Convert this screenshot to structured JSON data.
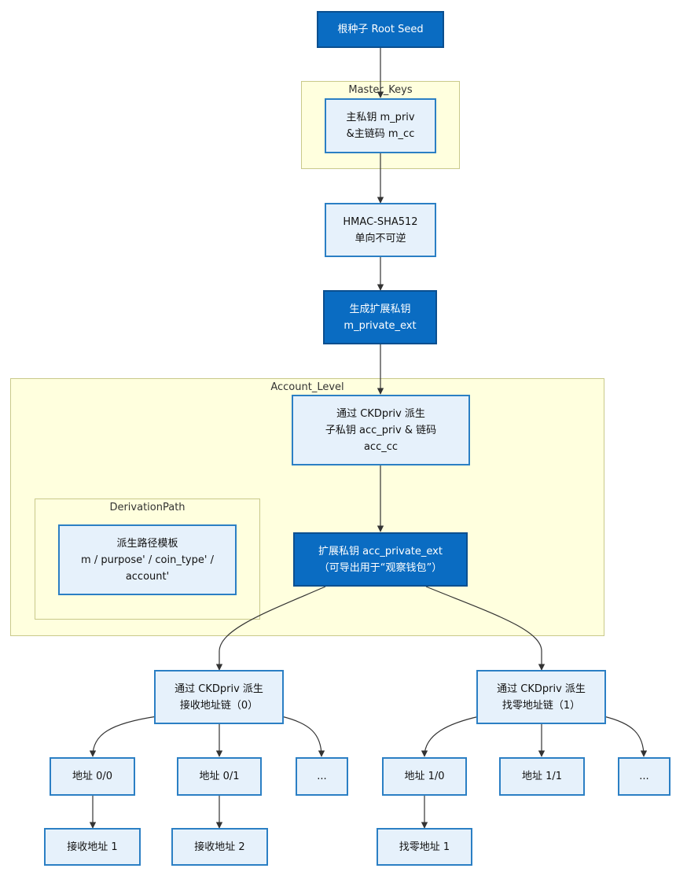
{
  "groups": {
    "master_keys": "Master_Keys",
    "account_level": "Account_Level",
    "derivation_path": "DerivationPath"
  },
  "nodes": {
    "root_seed": [
      "根种子 Root Seed"
    ],
    "master_key": [
      "主私钥 m_priv",
      "&主链码 m_cc"
    ],
    "hmac": [
      "HMAC-SHA512",
      "单向不可逆"
    ],
    "m_private_ext": [
      "生成扩展私钥",
      "m_private_ext"
    ],
    "ckd_account": [
      "通过 CKDpriv 派生",
      "子私钥 acc_priv & 链码",
      "acc_cc"
    ],
    "path_template": [
      "派生路径模板",
      "m / purpose' / coin_type' /",
      "account'"
    ],
    "acc_private_ext": [
      "扩展私钥 acc_private_ext",
      "（可导出用于“观察钱包”）"
    ],
    "receive_chain": [
      "通过 CKDpriv 派生",
      "接收地址链（0）"
    ],
    "change_chain": [
      "通过 CKDpriv 派生",
      "找零地址链（1）"
    ],
    "addr_0_0": [
      "地址 0/0"
    ],
    "addr_0_1": [
      "地址 0/1"
    ],
    "addr_0_more": [
      "..."
    ],
    "addr_1_0": [
      "地址 1/0"
    ],
    "addr_1_1": [
      "地址 1/1"
    ],
    "addr_1_more": [
      "..."
    ],
    "receive_addr_1": [
      "接收地址 1"
    ],
    "receive_addr_2": [
      "接收地址 2"
    ],
    "change_addr_1": [
      "找零地址 1"
    ]
  }
}
